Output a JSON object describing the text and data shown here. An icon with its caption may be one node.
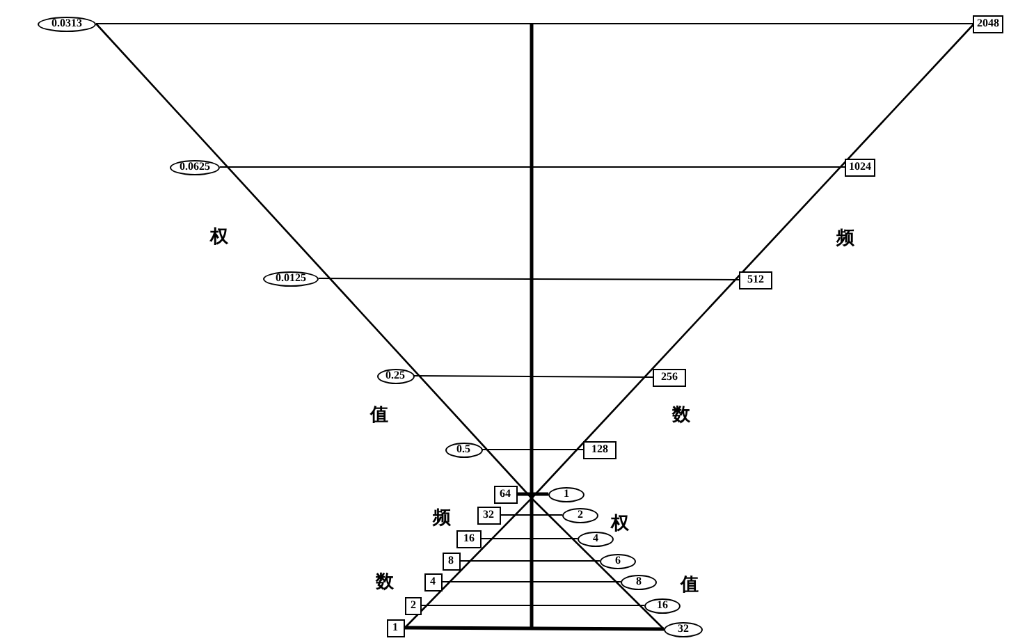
{
  "diagram": {
    "nodes": [
      {
        "text": [
          "0.0313"
        ]
      },
      {
        "text": [
          "2048"
        ]
      },
      {
        "text": [
          "0.0625"
        ]
      },
      {
        "text": [
          "1024"
        ]
      },
      {
        "text": [
          "0.0125"
        ]
      },
      {
        "text": [
          "512"
        ]
      },
      {
        "text": [
          "0.25"
        ]
      },
      {
        "text": [
          "256"
        ]
      },
      {
        "text": [
          "0.5"
        ]
      },
      {
        "text": [
          "128"
        ]
      },
      {
        "text": [
          "64"
        ]
      },
      {
        "text": [
          "1"
        ]
      },
      {
        "text": [
          "32"
        ]
      },
      {
        "text": [
          "2"
        ]
      },
      {
        "text": [
          "16"
        ]
      },
      {
        "text": [
          "4"
        ]
      },
      {
        "text": [
          "8"
        ]
      },
      {
        "text": [
          "6"
        ]
      },
      {
        "text": [
          "4"
        ]
      },
      {
        "text": [
          "8"
        ]
      },
      {
        "text": [
          "2"
        ]
      },
      {
        "text": [
          "16"
        ]
      },
      {
        "text": [
          "1"
        ]
      },
      {
        "text": [
          "32"
        ]
      }
    ],
    "edges": [
      {
        "from": 0,
        "to": 1,
        "arrow": "none"
      },
      {
        "from": 2,
        "to": 3,
        "arrow": "none"
      },
      {
        "from": 4,
        "to": 5,
        "arrow": "none"
      },
      {
        "from": 6,
        "to": 7,
        "arrow": "none"
      },
      {
        "from": 8,
        "to": 9,
        "arrow": "none"
      },
      {
        "from": 10,
        "to": 11,
        "arrow": "none",
        "style": "thick"
      },
      {
        "from": 12,
        "to": 13,
        "arrow": "none"
      },
      {
        "from": 14,
        "to": 15,
        "arrow": "none"
      },
      {
        "from": 16,
        "to": 17,
        "arrow": "none"
      },
      {
        "from": 18,
        "to": 19,
        "arrow": "none"
      },
      {
        "from": 20,
        "to": 21,
        "arrow": "none"
      },
      {
        "from": 22,
        "to": 23,
        "arrow": "none",
        "style": "thick"
      }
    ],
    "labels": [
      "权",
      "频",
      "值",
      "数",
      "频",
      "权",
      "数",
      "值"
    ]
  }
}
